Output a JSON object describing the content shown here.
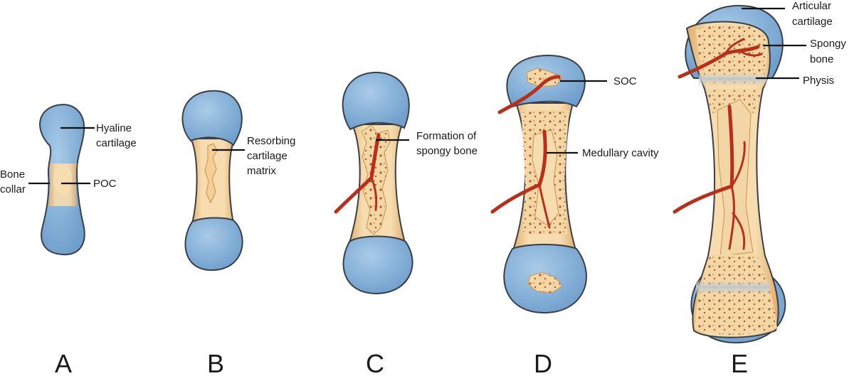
{
  "colors": {
    "cartilage": "#6f9fcc",
    "cartilage_highlight": "#9cc1e2",
    "bone": "#f2d4a0",
    "bone_dark": "#e4b677",
    "spongy_dots": "#a85c2f",
    "vessel": "#b8301c",
    "physis": "#c5cdd5",
    "outline": "#3a3f46"
  },
  "stages": [
    {
      "letter": "A",
      "labels": [
        "Hyaline",
        "cartilage",
        "Bone",
        "collar",
        "POC"
      ]
    },
    {
      "letter": "B",
      "labels": [
        "Resorbing",
        "cartilage",
        "matrix"
      ]
    },
    {
      "letter": "C",
      "labels": [
        "Formation of",
        "spongy bone"
      ]
    },
    {
      "letter": "D",
      "labels": [
        "SOC",
        "Medullary cavity"
      ]
    },
    {
      "letter": "E",
      "labels": [
        "Articular",
        "cartilage",
        "Spongy",
        "bone",
        "Physis"
      ]
    }
  ]
}
